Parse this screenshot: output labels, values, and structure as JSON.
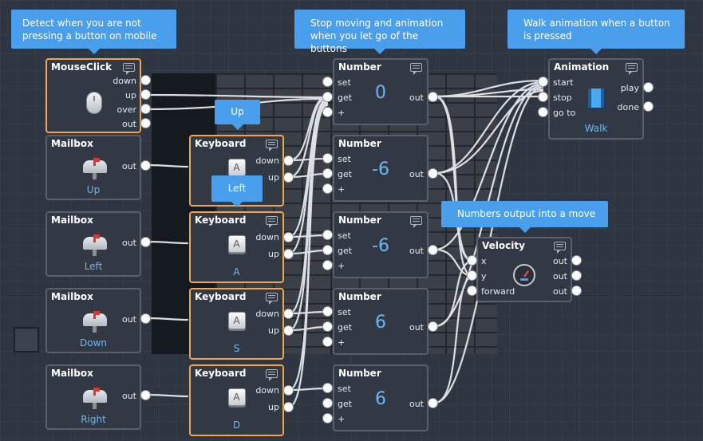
{
  "tooltips": {
    "mobile": "Detect when you are not pressing a button on mobile",
    "stop": "Stop moving and animation when you let go of the buttons",
    "walk": "Walk animation when a button is pressed",
    "up": "Up",
    "left": "Left",
    "velocity": "Numbers output into a move"
  },
  "mouseclick": {
    "title": "MouseClick",
    "ports": [
      "down",
      "up",
      "over",
      "out"
    ],
    "icon": "mouse-icon"
  },
  "mailboxes": [
    {
      "title": "Mailbox",
      "out": "out",
      "caption": "Up",
      "icon": "mailbox-icon"
    },
    {
      "title": "Mailbox",
      "out": "out",
      "caption": "Left",
      "icon": "mailbox-icon"
    },
    {
      "title": "Mailbox",
      "out": "out",
      "caption": "Down",
      "icon": "mailbox-icon"
    },
    {
      "title": "Mailbox",
      "out": "out",
      "caption": "Right",
      "icon": "mailbox-icon"
    }
  ],
  "keyboards": [
    {
      "title": "Keyboard",
      "down": "down",
      "up": "up",
      "key": "A",
      "caption": ""
    },
    {
      "title": "Keyboard",
      "down": "down",
      "up": "up",
      "key": "A",
      "caption": "A"
    },
    {
      "title": "Keyboard",
      "down": "down",
      "up": "up",
      "key": "A",
      "caption": "S"
    },
    {
      "title": "Keyboard",
      "down": "down",
      "up": "up",
      "key": "A",
      "caption": "D"
    }
  ],
  "numbers": [
    {
      "title": "Number",
      "set": "set",
      "get": "get",
      "plus": "+",
      "value": "0",
      "out": "out"
    },
    {
      "title": "Number",
      "set": "set",
      "get": "get",
      "plus": "+",
      "value": "-6",
      "out": "out"
    },
    {
      "title": "Number",
      "set": "set",
      "get": "get",
      "plus": "+",
      "value": "-6",
      "out": "out"
    },
    {
      "title": "Number",
      "set": "set",
      "get": "get",
      "plus": "+",
      "value": "6",
      "out": "out"
    },
    {
      "title": "Number",
      "set": "set",
      "get": "get",
      "plus": "+",
      "value": "6",
      "out": "out"
    }
  ],
  "animation": {
    "title": "Animation",
    "inputs": [
      "start",
      "stop",
      "go to"
    ],
    "outputs": [
      "play",
      "done"
    ],
    "caption": "Walk",
    "icon": "film-icon"
  },
  "velocity": {
    "title": "Velocity",
    "inputs": [
      "x",
      "y",
      "forward"
    ],
    "outputs": [
      "out",
      "out",
      "out"
    ],
    "icon": "speedometer-icon"
  },
  "colors": {
    "accent": "#4a9fec",
    "selected": "#f0a64a",
    "node": "#323945",
    "caption": "#6bb8f5"
  }
}
